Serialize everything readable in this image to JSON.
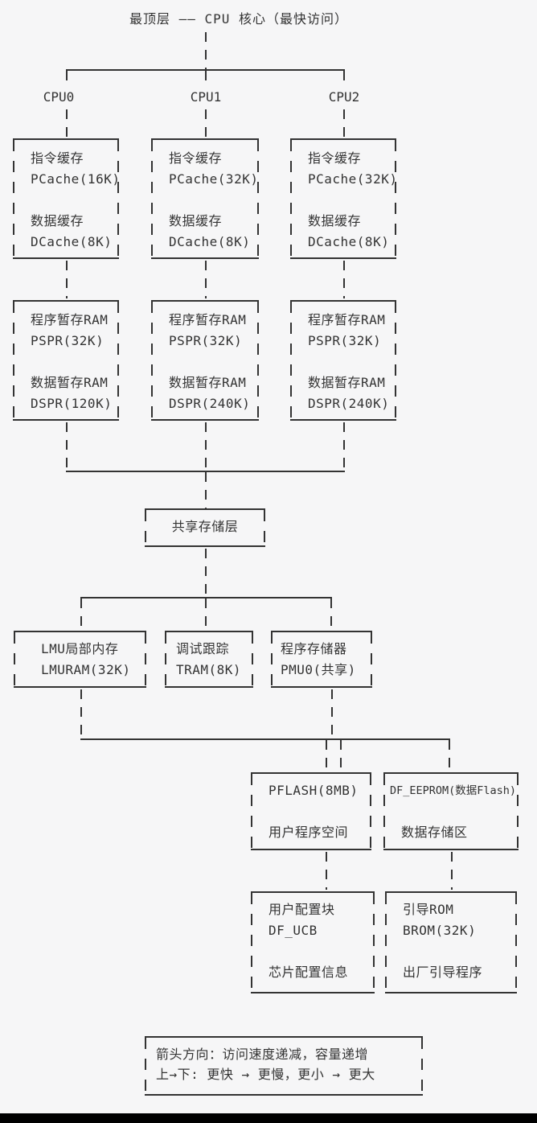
{
  "page": {
    "title": "最顶层 —— CPU 核心（最快访问）"
  },
  "colors": {
    "background": "#f6f6f7",
    "ink": "#333333",
    "footer_bar": "#000000"
  },
  "cpu_labels": [
    "CPU0",
    "CPU1",
    "CPU2"
  ],
  "l1_boxes": [
    {
      "rows": [
        "指令缓存",
        "PCache(16K)",
        "",
        "数据缓存",
        "DCache(8K)"
      ]
    },
    {
      "rows": [
        "指令缓存",
        "PCache(32K)",
        "",
        "数据缓存",
        "DCache(8K)"
      ]
    },
    {
      "rows": [
        "指令缓存",
        "PCache(32K)",
        "",
        "数据缓存",
        "DCache(8K)"
      ]
    }
  ],
  "scratchpad_boxes": [
    {
      "rows": [
        "程序暂存RAM",
        "PSPR(32K)",
        "",
        "数据暂存RAM",
        "DSPR(120K)"
      ]
    },
    {
      "rows": [
        "程序暂存RAM",
        "PSPR(32K)",
        "",
        "数据暂存RAM",
        "DSPR(240K)"
      ]
    },
    {
      "rows": [
        "程序暂存RAM",
        "PSPR(32K)",
        "",
        "数据暂存RAM",
        "DSPR(240K)"
      ]
    }
  ],
  "shared_layer": {
    "label": "共享存储层"
  },
  "shared_boxes": [
    {
      "rows": [
        "LMU局部内存",
        "LMURAM(32K)"
      ]
    },
    {
      "rows": [
        "调试跟踪",
        "TRAM(8K)"
      ]
    },
    {
      "rows": [
        "程序存储器",
        "PMU0(共享)"
      ]
    }
  ],
  "flash_boxes": [
    {
      "rows": [
        "PFLASH(8MB)",
        "",
        "用户程序空间"
      ]
    },
    {
      "rows": [
        "DF_EEPROM(数据Flash)",
        "",
        "数据存储区"
      ]
    }
  ],
  "config_boxes": [
    {
      "rows": [
        "用户配置块",
        "DF_UCB",
        "",
        "芯片配置信息"
      ]
    },
    {
      "rows": [
        "引导ROM",
        "BROM(32K)",
        "",
        "出厂引导程序"
      ]
    }
  ],
  "legend": {
    "line1": "箭头方向：访问速度递减，容量递增",
    "line2": "上→下: 更快 → 更慢，更小 → 更大"
  }
}
